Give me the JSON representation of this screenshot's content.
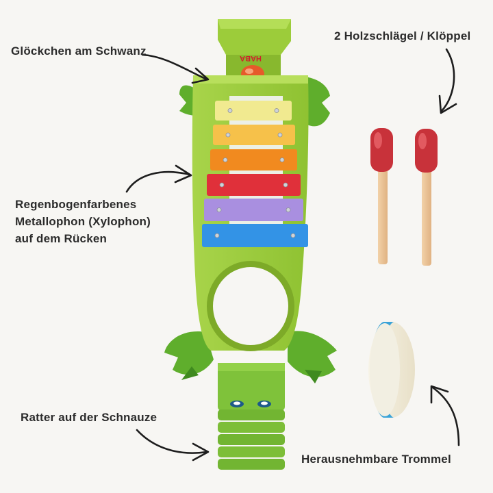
{
  "labels": {
    "bell": "Glöckchen am Schwanz",
    "mallets": "2 Holzschlägel / Klöppel",
    "xylophone_line1": "Regenbogenfarbenes",
    "xylophone_line2": "Metallophon (Xylophon)",
    "xylophone_line3": "auf dem Rücken",
    "rattle": "Ratter auf der Schnauze",
    "drum": "Herausnehmbare Trommel"
  },
  "brand": "HABA",
  "colors": {
    "background": "#f7f6f3",
    "body_green": "#9ccc3a",
    "leg_green": "#5fae2c",
    "mallet_head": "#c8323a",
    "bars": [
      "#f1ea90",
      "#f6c14a",
      "#f18a1f",
      "#e0303a",
      "#a98fe0",
      "#3393e6"
    ]
  }
}
